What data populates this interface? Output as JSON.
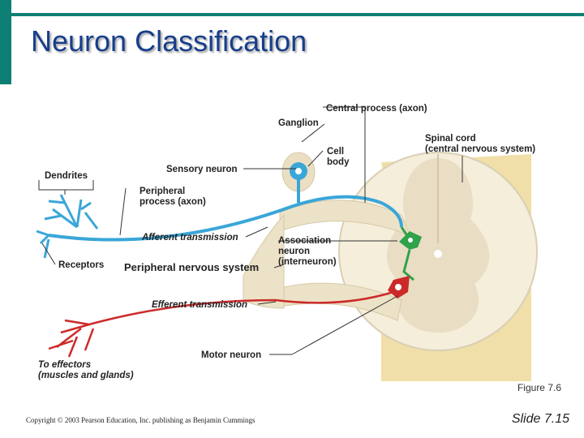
{
  "slide": {
    "title": "Neuron Classification",
    "figure_caption": "Figure 7.6",
    "copyright": "Copyright © 2003 Pearson Education, Inc. publishing as Benjamin Cummings",
    "slide_number": "Slide 7.15"
  },
  "diagram": {
    "labels": {
      "central_process": "Central process (axon)",
      "ganglion": "Ganglion",
      "cell_body_1": "Cell",
      "cell_body_2": "body",
      "spinal_cord_1": "Spinal cord",
      "spinal_cord_2": "(central nervous system)",
      "dendrites": "Dendrites",
      "sensory_neuron": "Sensory neuron",
      "peripheral_process_1": "Peripheral",
      "peripheral_process_2": "process (axon)",
      "afferent": "Afferent transmission",
      "association_1": "Association",
      "association_2": "neuron",
      "association_3": "(interneuron)",
      "receptors": "Receptors",
      "pns": "Peripheral nervous system",
      "efferent": "Efferent transmission",
      "motor_neuron": "Motor neuron",
      "effectors_1": "To effectors",
      "effectors_2": "(muscles and glands)"
    },
    "colors": {
      "sensory": "#3aa6d8",
      "association": "#2fa24a",
      "motor": "#cc2a2a",
      "spinal_cord": "#f3ecd8",
      "nerve": "#e8d9b8"
    }
  }
}
